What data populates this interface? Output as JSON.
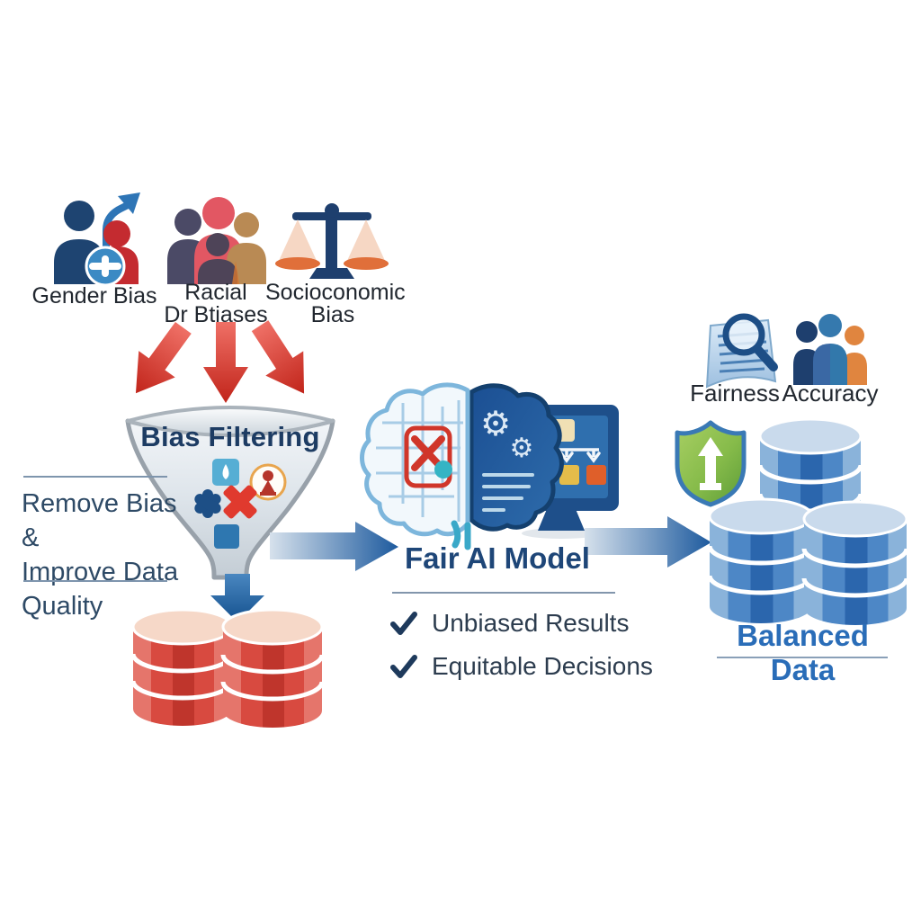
{
  "bias_sources": [
    {
      "icon": "gender-bias-icon",
      "label_lines": [
        "Gender Bias",
        ""
      ]
    },
    {
      "icon": "racial-bias-people-icon",
      "label_lines": [
        "Racial",
        "Dr Btiases"
      ]
    },
    {
      "icon": "balance-scale-icon",
      "label_lines": [
        "Socioconomic",
        "Bias"
      ]
    }
  ],
  "funnel": {
    "title": "Bias Filtering"
  },
  "side_note": {
    "lines": [
      "Remove Bias &",
      "Improve Data",
      "Quality"
    ]
  },
  "model": {
    "title": "Fair AI Model",
    "checks": [
      {
        "label": "Unbiased Results"
      },
      {
        "label": "Equitable Decisions"
      }
    ]
  },
  "outcomes": {
    "metrics": [
      {
        "icon": "document-magnifier-icon",
        "label": "Fairness"
      },
      {
        "icon": "people-group-icon",
        "label": "Accuracy"
      }
    ],
    "result_title": "Balanced Data"
  },
  "colors": {
    "heading_navy": "#1d3c63",
    "result_blue": "#2a6db8",
    "bias_red": "#d8453c",
    "clean_blue_db": "#4d87c6",
    "shield_green": "#6ba33a",
    "funnel_silver": "#d9e0e6"
  }
}
